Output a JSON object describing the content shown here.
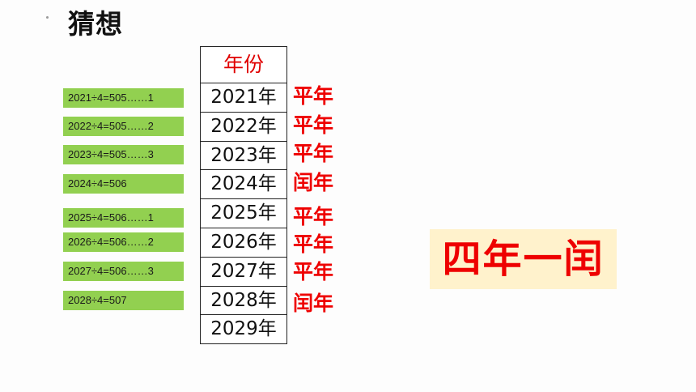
{
  "title": "猜想",
  "calculations": [
    "2021÷4=505……1",
    "2022÷4=505……2",
    "2023÷4=505……3",
    "2024÷4=506",
    "2025÷4=506……1",
    "2026÷4=506……2",
    "2027÷4=506……3",
    "2028÷4=507"
  ],
  "table": {
    "header": "年份",
    "years": [
      "2021年",
      "2022年",
      "2023年",
      "2024年",
      "2025年",
      "2026年",
      "2027年",
      "2028年",
      "2029年"
    ]
  },
  "results": [
    "平年",
    "平年",
    "平年",
    "闰年",
    "平年",
    "平年",
    "平年",
    "闰年"
  ],
  "rule": "四年一闰",
  "colors": {
    "calc_bg": "#92d050",
    "red": "#ee0000",
    "rule_bg": "#fff2cc"
  }
}
